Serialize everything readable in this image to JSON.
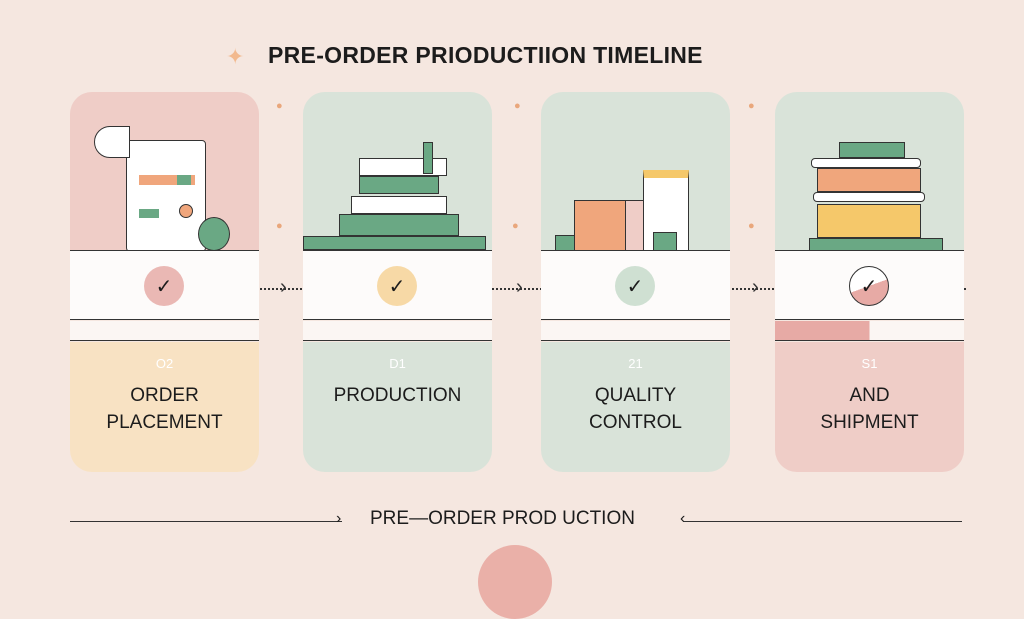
{
  "title": "PRE-ORDER PRIODUCTIION TIMELINE",
  "subtitle": "PRE—ORDER PROD UCTION",
  "icons": {
    "title": "sparkle-icon",
    "step": "check-icon",
    "connector": "chevron-right-icon"
  },
  "colors": {
    "background": "#f5e7e0",
    "pink": "#efcdc7",
    "green": "#d9e3d9",
    "yellow": "#f8e2c3",
    "accent_green": "#6aa884",
    "accent_orange": "#f0a67c"
  },
  "steps": [
    {
      "num": "O2",
      "label_1": "ORDER",
      "label_2": "PLACEMENT"
    },
    {
      "num": "D1",
      "label_1": "PRODUCTION",
      "label_2": ""
    },
    {
      "num": "21",
      "label_1": "QUALITY",
      "label_2": "CONTROL"
    },
    {
      "num": "S1",
      "label_1": "AND",
      "label_2": "SHIPMENT"
    }
  ]
}
